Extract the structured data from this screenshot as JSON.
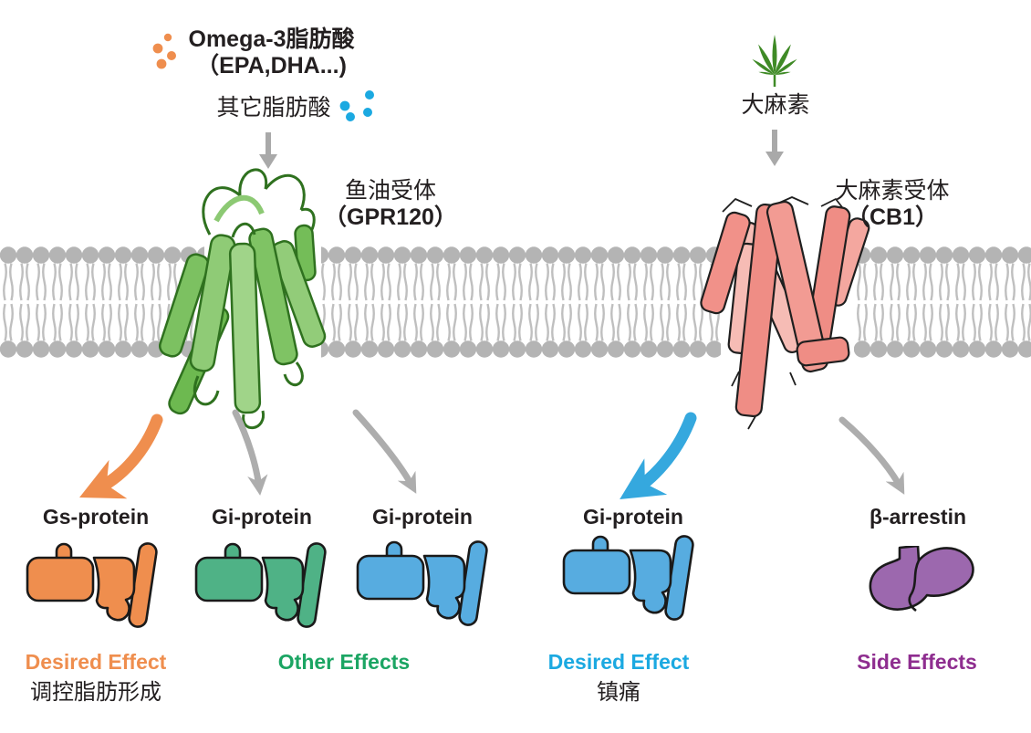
{
  "palette": {
    "orange": "#EF8E4E",
    "green": "#4FB286",
    "green_text": "#1BA563",
    "blue": "#57ACE0",
    "blue_text": "#1BA9E1",
    "blue_arrow": "#35A8DE",
    "purple": "#9C68AE",
    "purple_text": "#8E2D8F",
    "gray_arrow": "#ADADAD",
    "text_black": "#231F20",
    "receptor_green": "#8FCB76",
    "receptor_green_stroke": "#2F711F",
    "receptor_pink": "#EF8D85",
    "leaf_green": "#3F8A26",
    "membrane_head_gray": "#B4B4B4",
    "membrane_tail_gray": "#BFBFBF"
  },
  "ligands": {
    "omega3_title": "Omega-3脂肪酸",
    "omega3_sub": "（EPA,DHA...)",
    "other_fatty": "其它脂肪酸",
    "cannabinoid": "大麻素"
  },
  "receptors": {
    "fish_oil_name": "鱼油受体",
    "fish_oil_code": "（GPR120）",
    "cannabinoid_name": "大麻素受体",
    "cannabinoid_code": "（CB1）"
  },
  "proteins": [
    {
      "label": "Gs-protein"
    },
    {
      "label": "Gi-protein"
    },
    {
      "label": "Gi-protein"
    },
    {
      "label": "Gi-protein"
    },
    {
      "label": "β-arrestin"
    }
  ],
  "effects": {
    "desired_left": "Desired Effect",
    "desired_left_cn": "调控脂肪形成",
    "other": "Other Effects",
    "desired_right": "Desired Effect",
    "desired_right_cn": "镇痛",
    "side": "Side Effects"
  }
}
